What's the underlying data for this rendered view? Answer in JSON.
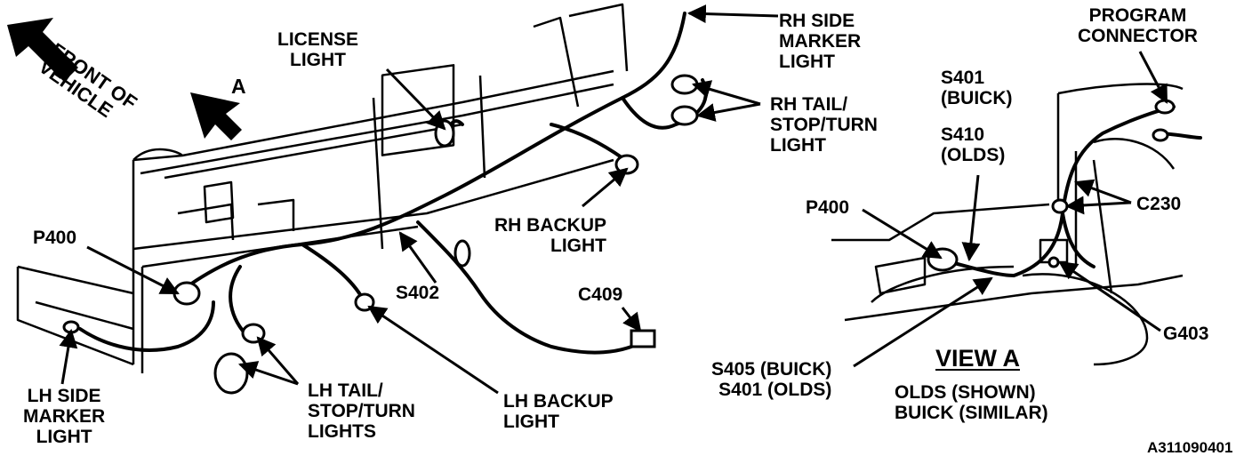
{
  "labels": {
    "front_of_vehicle": [
      "FRONT OF",
      "VEHICLE"
    ],
    "view_marker": "A",
    "license_light": [
      "LICENSE",
      "LIGHT"
    ],
    "rh_side_marker_light": [
      "RH SIDE",
      "MARKER",
      "LIGHT"
    ],
    "rh_tail_stop_turn_light": [
      "RH TAIL/",
      "STOP/TURN",
      "LIGHT"
    ],
    "rh_backup_light": [
      "RH BACKUP",
      "LIGHT"
    ],
    "p400_main": "P400",
    "s402": "S402",
    "c409": "C409",
    "lh_side_marker_light": [
      "LH SIDE",
      "MARKER",
      "LIGHT"
    ],
    "lh_tail_stop_turn_lights": [
      "LH TAIL/",
      "STOP/TURN",
      "LIGHTS"
    ],
    "lh_backup_light": [
      "LH BACKUP",
      "LIGHT"
    ],
    "program_connector": [
      "PROGRAM",
      "CONNECTOR"
    ],
    "s401_buick": [
      "S401",
      "(BUICK)"
    ],
    "s410_olds": [
      "S410",
      "(OLDS)"
    ],
    "p400_view": "P400",
    "c230": "C230",
    "g403": "G403",
    "s405_s401": [
      "S405 (BUICK)",
      "S401 (OLDS)"
    ],
    "view_a_title": "VIEW A",
    "view_a_caption": [
      "OLDS (SHOWN)",
      "BUICK (SIMILAR)"
    ],
    "figure_code": "A311090401"
  }
}
